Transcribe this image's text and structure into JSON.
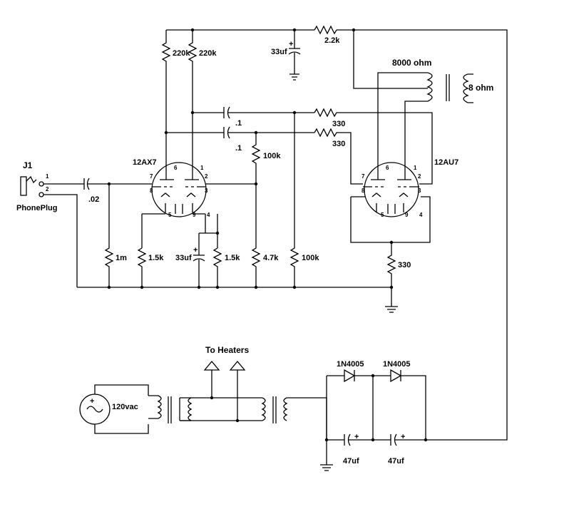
{
  "labels": {
    "j1": "J1",
    "phoneplug": "PhonePlug",
    "jack_pin1": "1",
    "jack_pin2": "2",
    "c_input": ".02",
    "r_1m": "1m",
    "tube1": "12AX7",
    "tube2": "12AU7",
    "r_220k_a": "220k",
    "r_220k_b": "220k",
    "c_33uf_top": "33uf",
    "r_2_2k": "2.2k",
    "xfmr_primary": "8000 ohm",
    "xfmr_secondary": "8 ohm",
    "c_01_a": ".1",
    "c_01_b": ".1",
    "r_330_a": "330",
    "r_330_b": "330",
    "r_100k_a": "100k",
    "r_1_5k_a": "1.5k",
    "c_33uf_cath": "33uf",
    "r_1_5k_b": "1.5k",
    "r_4_7k": "4.7k",
    "r_100k_b": "100k",
    "r_330_cath": "330",
    "heaters": "To Heaters",
    "ac_source": "120vac",
    "diode_a": "1N4005",
    "diode_b": "1N4005",
    "c_47uf_a": "47uf",
    "c_47uf_b": "47uf",
    "polarity_plus": "+",
    "t1_pins": [
      "6",
      "1",
      "7",
      "2",
      "8",
      "3",
      "5",
      "9",
      "4"
    ],
    "t2_pins": [
      "6",
      "1",
      "7",
      "2",
      "8",
      "3",
      "5",
      "9",
      "4"
    ]
  },
  "colors": {
    "ink": "#000000",
    "background": "#ffffff"
  }
}
